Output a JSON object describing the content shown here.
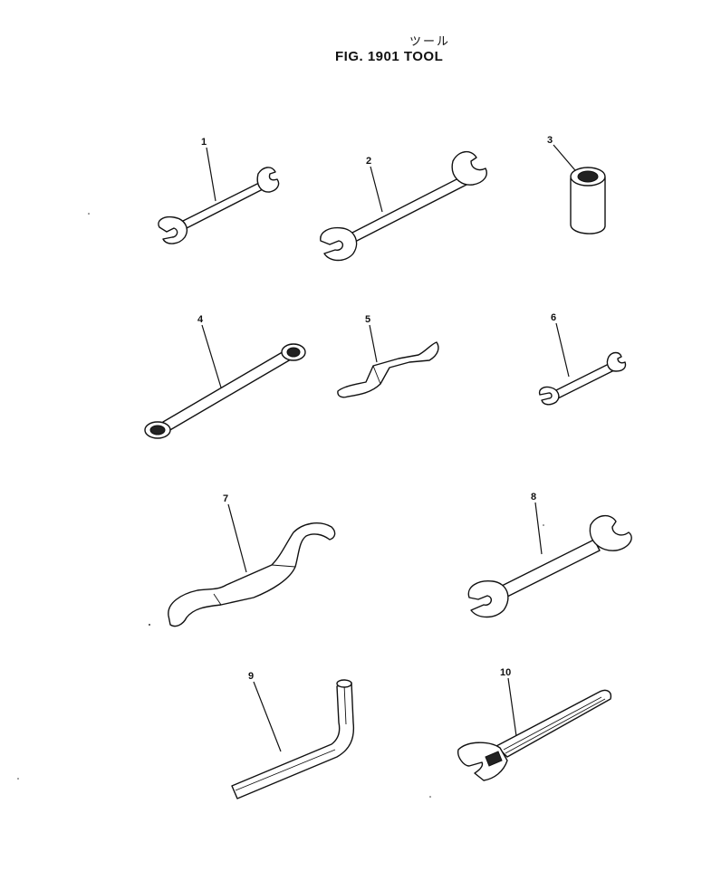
{
  "header": {
    "title_jp": "ツール",
    "title": "FIG. 1901  TOOL"
  },
  "parts": [
    {
      "number": "1",
      "icon": "open-end-wrench-small-icon"
    },
    {
      "number": "2",
      "icon": "open-end-wrench-long-icon"
    },
    {
      "number": "3",
      "icon": "socket-icon"
    },
    {
      "number": "4",
      "icon": "box-end-wrench-icon"
    },
    {
      "number": "5",
      "icon": "offset-hook-wrench-icon"
    },
    {
      "number": "6",
      "icon": "open-end-wrench-mini-icon"
    },
    {
      "number": "7",
      "icon": "hook-spanner-icon"
    },
    {
      "number": "8",
      "icon": "open-end-wrench-large-icon"
    },
    {
      "number": "9",
      "icon": "hex-key-icon"
    },
    {
      "number": "10",
      "icon": "adjustable-wrench-icon"
    }
  ]
}
